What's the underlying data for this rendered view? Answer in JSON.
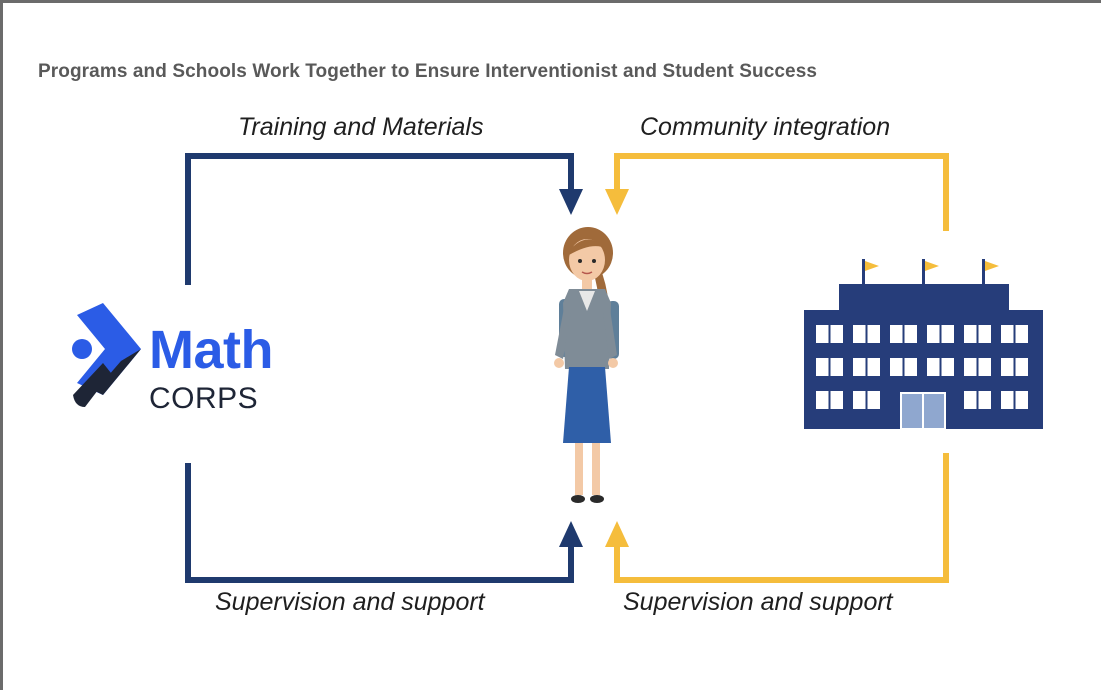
{
  "title": "Programs and Schools Work Together to Ensure Interventionist and Student Success",
  "flows": {
    "top_left": "Training and Materials",
    "top_right": "Community integration",
    "bottom_left": "Supervision and support",
    "bottom_right": "Supervision and support"
  },
  "logo": {
    "word_main": "Math",
    "word_sub": "CORPS"
  },
  "colors": {
    "navy": "#1f3a6e",
    "gold": "#f5bd3c",
    "logo_blue": "#2b5ce6",
    "logo_dark": "#1e2536",
    "school_navy": "#263d7a"
  },
  "icons": {
    "logo_mark": "chevron-logo-icon",
    "person": "interventionist-person-icon",
    "building": "school-building-icon"
  }
}
